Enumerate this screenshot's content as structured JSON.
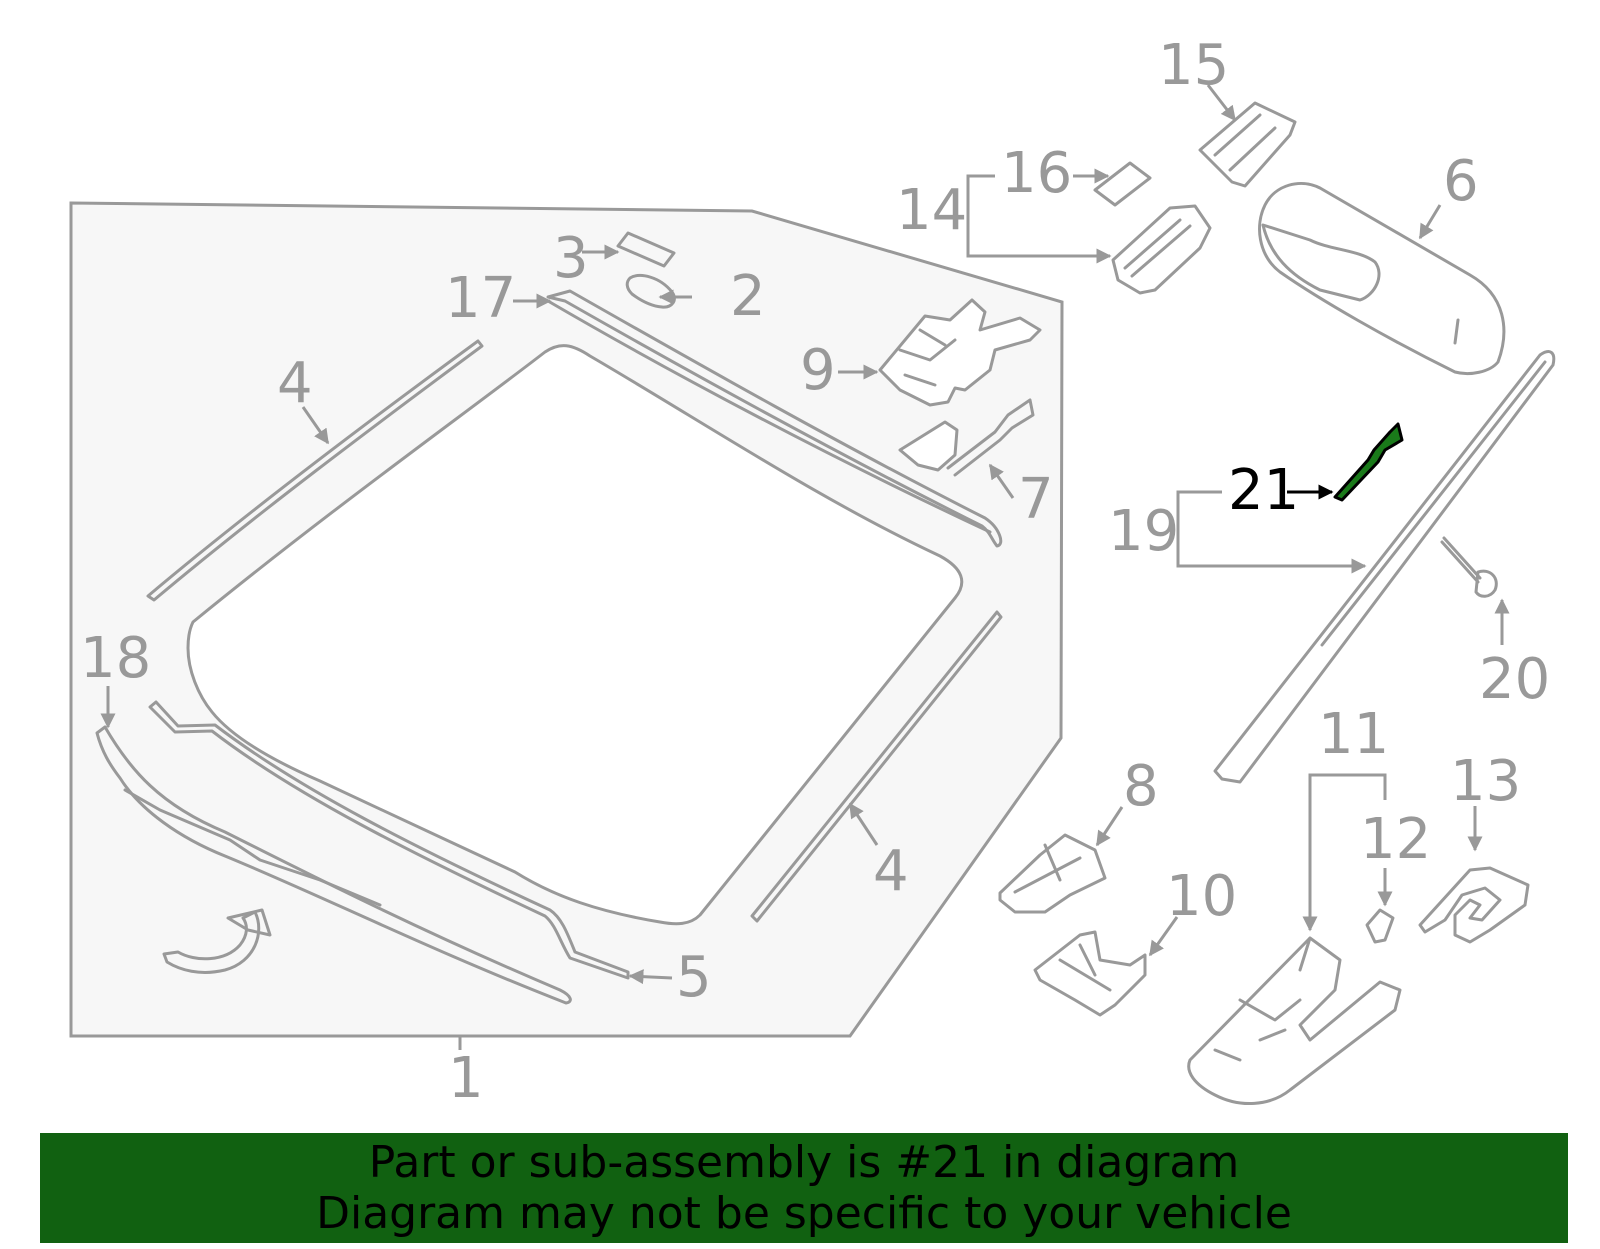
{
  "labels": {
    "p1": "1",
    "p2": "2",
    "p3": "3",
    "p4a": "4",
    "p4b": "4",
    "p5": "5",
    "p6": "6",
    "p7": "7",
    "p8": "8",
    "p9": "9",
    "p10": "10",
    "p11": "11",
    "p12": "12",
    "p13": "13",
    "p14": "14",
    "p15": "15",
    "p16": "16",
    "p17": "17",
    "p18": "18",
    "p19": "19",
    "p20": "20",
    "p21": "21"
  },
  "highlighted_part": "21",
  "colors": {
    "line": "#999999",
    "panel": "#f7f7f7",
    "highlight": "#1a7a1a",
    "banner": "#116111"
  },
  "banner": {
    "line1": "Part or sub-assembly is #21 in diagram",
    "line2": "Diagram may not be specific to your vehicle"
  }
}
